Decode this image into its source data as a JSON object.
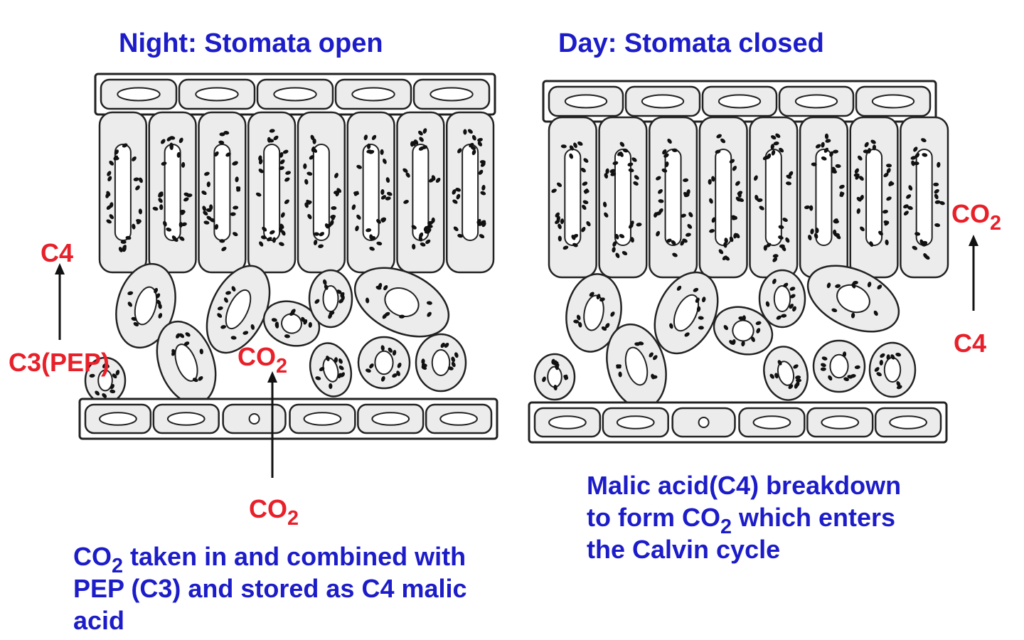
{
  "panels": {
    "night": {
      "title": "Night: Stomata open"
    },
    "day": {
      "title": "Day: Stomata closed"
    }
  },
  "labels": {
    "night_c4": "C4",
    "night_c3pep": "C3(PEP)",
    "night_co2_inner_main": "CO",
    "night_co2_inner_sub": "2",
    "night_co2_outer_main": "CO",
    "night_co2_outer_sub": "2",
    "day_co2_main": "CO",
    "day_co2_sub": "2",
    "day_c4": "C4"
  },
  "captions": {
    "night": {
      "l1_pre": "CO",
      "l1_sub": "2",
      "l1_post": " taken in and combined with",
      "l2": "PEP (C3) and stored as C4 malic",
      "l3": "acid"
    },
    "day": {
      "l1": "Malic acid(C4) breakdown",
      "l2_pre": "to form CO",
      "l2_sub": "2",
      "l2_post": "  which enters",
      "l3": "the Calvin cycle"
    }
  },
  "colors": {
    "label_blue": "#1c1cc9",
    "label_red": "#e8202a",
    "cell_fill": "#ececec",
    "outline": "#222222"
  }
}
